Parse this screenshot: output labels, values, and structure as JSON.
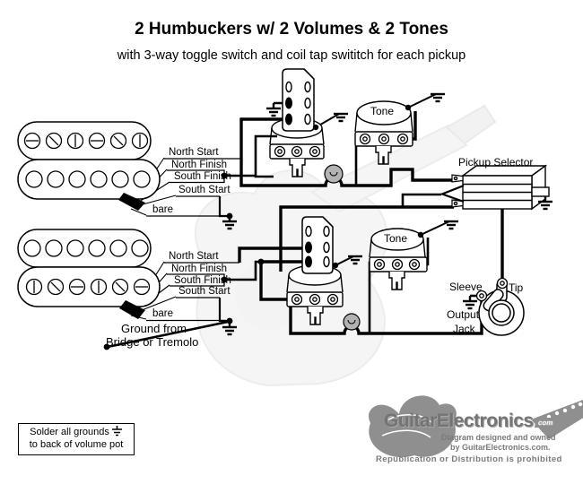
{
  "header": {
    "title": "2 Humbuckers w/ 2 Volumes & 2 Tones",
    "subtitle": "with 3-way toggle switch and coil tap swititch for each pickup"
  },
  "neck_pickup": {
    "wires": [
      "North Start",
      "North Finish",
      "South Finish",
      "South Start",
      "bare"
    ]
  },
  "bridge_pickup": {
    "wires": [
      "North Start",
      "North Finish",
      "South Finish",
      "South Start",
      "bare"
    ],
    "ground_line1": "Ground from",
    "ground_line2": "Bridge or Tremolo"
  },
  "controls": {
    "tone1_label": "Tone",
    "tone2_label": "Tone",
    "selector_label": "Pickup Selector"
  },
  "jack": {
    "sleeve_label": "Sleeve",
    "tip_label": "Tip",
    "name_line1": "Output",
    "name_line2": "Jack"
  },
  "note": {
    "line1": "Solder all grounds",
    "line2": "to back of volume pot"
  },
  "logo": {
    "brand": "GuitarElectronics",
    "tld": "com",
    "owned1": "Diagram designed and owned",
    "owned2": "by GuitarElectronics.com.",
    "prohibited": "Republication or Distribution is prohibited"
  },
  "colors": {
    "wire": "#000000",
    "logo_gray": "#7a7a7a",
    "solder_blob_gray": "#b3b3b3",
    "watermark_gray": "#e3e3e3"
  }
}
